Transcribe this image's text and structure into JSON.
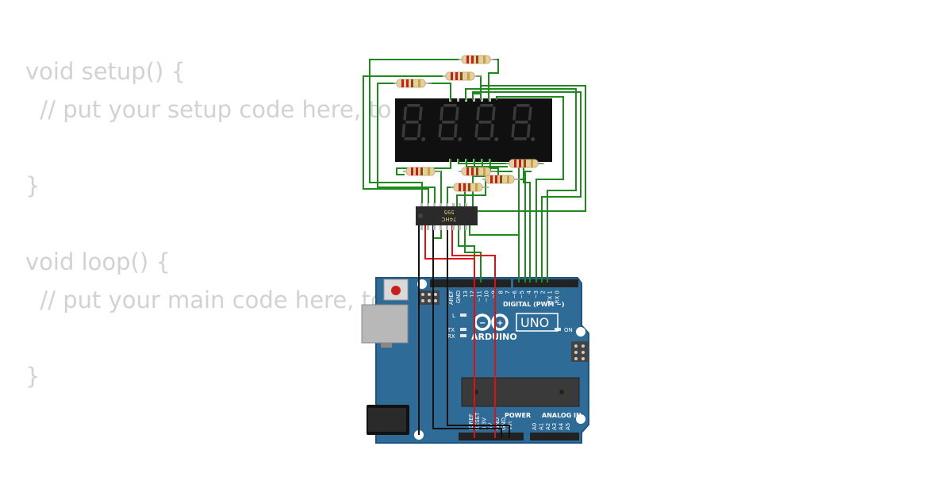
{
  "code_lines": [
    "void setup() {",
    "  // put your setup code here, to run once:",
    "",
    "}",
    "",
    "void loop() {",
    "  // put your main code here, to run repeatedly:",
    "",
    "}"
  ],
  "board": {
    "brand": "ARDUINO",
    "model": "UNO",
    "digital_header_label": "DIGITAL (PWM ~)",
    "power_label": "POWER",
    "analog_label": "ANALOG IN",
    "on_label": "ON",
    "led_l": "L",
    "led_tx": "TX",
    "led_rx": "RX",
    "digital_pins": [
      "AREF",
      "GND",
      "13",
      "12",
      "~11",
      "~10",
      "~9",
      "8",
      "7",
      "~6",
      "~5",
      "4",
      "~3",
      "2",
      "TX 1",
      "RX 0"
    ],
    "power_pins": [
      "IOREF",
      "RESET",
      "3.3V",
      "5V",
      "GND",
      "GND",
      "Vin"
    ],
    "analog_pins": [
      "A0",
      "A1",
      "A2",
      "A3",
      "A4",
      "A5"
    ]
  },
  "shift_register": {
    "line1": "74HC",
    "line2": "595"
  },
  "display": {
    "digits": 4
  },
  "colors": {
    "code_text": "#d2d2d2",
    "board": "#2f6b97",
    "board_edge": "#1f5480",
    "wire_green": "#1e8a1e",
    "wire_red": "#e01010",
    "wire_black": "#111111",
    "display_body": "#101010",
    "segment_off": "#3a3a3a",
    "chip": "#2a2a2a",
    "chip_text": "#d8c070"
  }
}
